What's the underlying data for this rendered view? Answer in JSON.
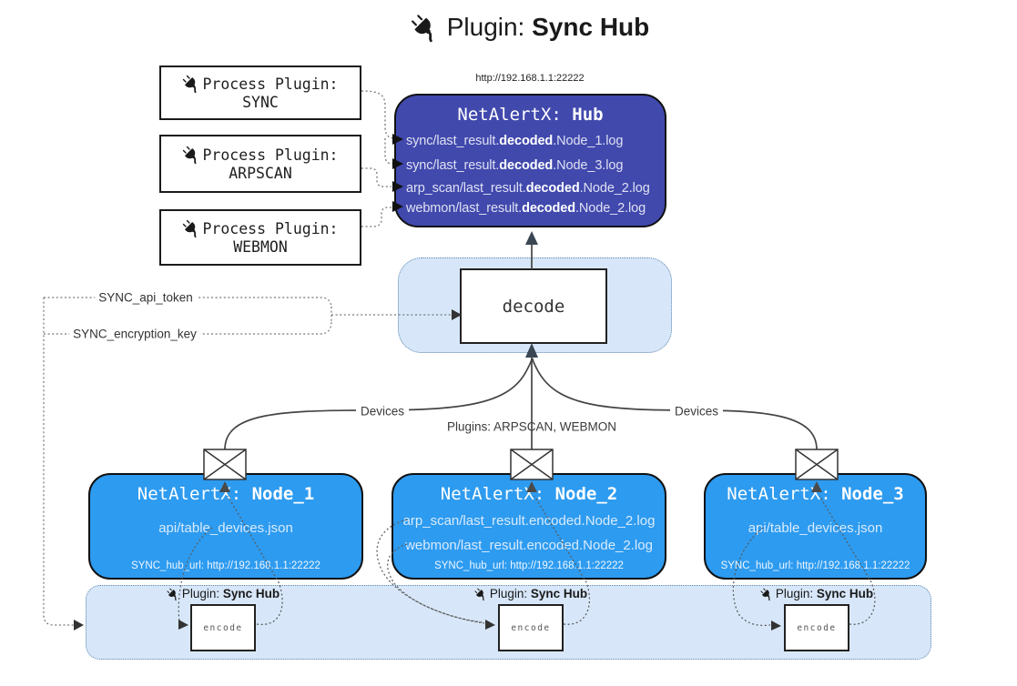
{
  "title": {
    "prefix": "Plugin: ",
    "name": "Sync Hub"
  },
  "hub": {
    "url": "http://192.168.1.1:22222",
    "name_prefix": "NetAlertX: ",
    "name": "Hub",
    "logs": [
      {
        "pre": "sync/last_result.",
        "bold": "decoded",
        "post": ".Node_1.log"
      },
      {
        "pre": "sync/last_result.",
        "bold": "decoded",
        "post": ".Node_3.log"
      },
      {
        "pre": "arp_scan/last_result.",
        "bold": "decoded",
        "post": ".Node_2.log"
      },
      {
        "pre": "webmon/last_result.",
        "bold": "decoded",
        "post": ".Node_2.log"
      }
    ]
  },
  "process_plugins": [
    {
      "label": "Process Plugin:",
      "name": "SYNC"
    },
    {
      "label": "Process Plugin:",
      "name": "ARPSCAN"
    },
    {
      "label": "Process Plugin:",
      "name": "WEBMON"
    }
  ],
  "decode_label": "decode",
  "keys": {
    "api_token": "SYNC_api_token",
    "encryption_key": "SYNC_encryption_key"
  },
  "edge_labels": {
    "devices_left": "Devices",
    "plugins_center": "Plugins: ARPSCAN, WEBMON",
    "devices_right": "Devices"
  },
  "nodes": [
    {
      "name_prefix": "NetAlertX: ",
      "name": "Node_1",
      "files": [
        "api/table_devices.json"
      ],
      "hub_url": "SYNC_hub_url: http://192.168.1.1:22222"
    },
    {
      "name_prefix": "NetAlertX: ",
      "name": "Node_2",
      "files": [
        "arp_scan/last_result.encoded.Node_2.log",
        "webmon/last_result.encoded.Node_2.log"
      ],
      "hub_url": "SYNC_hub_url: http://192.168.1.1:22222"
    },
    {
      "name_prefix": "NetAlertX: ",
      "name": "Node_3",
      "files": [
        "api/table_devices.json"
      ],
      "hub_url": "SYNC_hub_url: http://192.168.1.1:22222"
    }
  ],
  "encoders": [
    {
      "plugin_prefix": "Plugin: ",
      "plugin_name": "Sync Hub",
      "label": "encode"
    },
    {
      "plugin_prefix": "Plugin: ",
      "plugin_name": "Sync Hub",
      "label": "encode"
    },
    {
      "plugin_prefix": "Plugin: ",
      "plugin_name": "Sync Hub",
      "label": "encode"
    }
  ],
  "colors": {
    "hub_fill": "#4149ad",
    "node_fill": "#2d9bf0",
    "panel_fill": "#d7e7f9",
    "panel_border": "#5f87ad"
  }
}
